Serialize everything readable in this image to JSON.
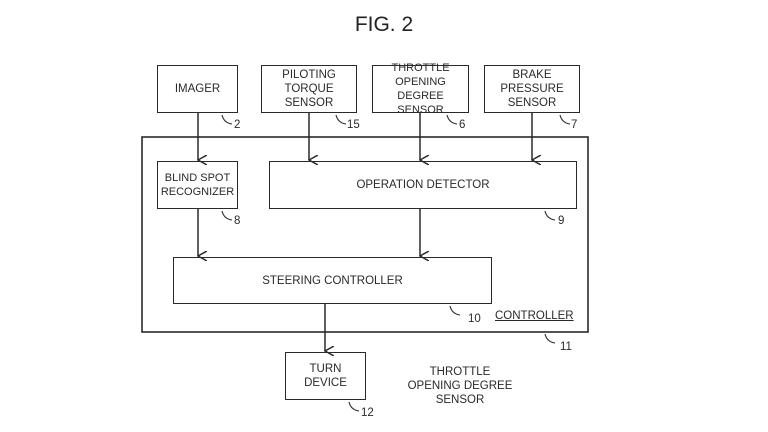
{
  "figure": {
    "title": "FIG. 2",
    "blocks": {
      "imager": {
        "label": "IMAGER",
        "ref": "2"
      },
      "piloting_torque_sensor": {
        "label": "PILOTING\nTORQUE\nSENSOR",
        "ref": "15"
      },
      "throttle_sensor": {
        "label": "THROTTLE\nOPENING DEGREE\nSENSOR",
        "ref": "6"
      },
      "brake_pressure_sensor": {
        "label": "BRAKE\nPRESSURE\nSENSOR",
        "ref": "7"
      },
      "blind_spot_recognizer": {
        "label": "BLIND SPOT\nRECOGNIZER",
        "ref": "8"
      },
      "operation_detector": {
        "label": "OPERATION DETECTOR",
        "ref": "9"
      },
      "steering_controller": {
        "label": "STEERING CONTROLLER",
        "ref": "10"
      },
      "controller": {
        "label": "CONTROLLER",
        "ref": "11"
      },
      "turn_device": {
        "label": "TURN\nDEVICE",
        "ref": "12"
      }
    },
    "stray_label": "THROTTLE\nOPENING DEGREE\nSENSOR",
    "connections": [
      {
        "from": "imager",
        "to": "blind_spot_recognizer"
      },
      {
        "from": "piloting_torque_sensor",
        "to": "operation_detector"
      },
      {
        "from": "throttle_sensor",
        "to": "operation_detector"
      },
      {
        "from": "brake_pressure_sensor",
        "to": "operation_detector"
      },
      {
        "from": "blind_spot_recognizer",
        "to": "steering_controller"
      },
      {
        "from": "operation_detector",
        "to": "steering_controller"
      },
      {
        "from": "steering_controller",
        "to": "turn_device"
      }
    ]
  }
}
